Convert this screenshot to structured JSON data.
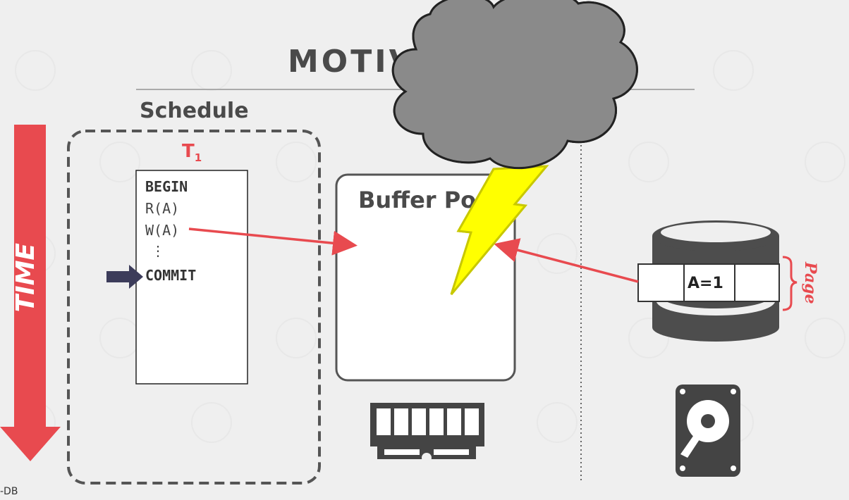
{
  "slide": {
    "title": "MOTIV",
    "schedule_label": "Schedule",
    "transaction": {
      "name": "T",
      "subscript": "1"
    },
    "operations": [
      "BEGIN",
      "R(A)",
      "W(A)",
      "⋮",
      "COMMIT"
    ],
    "buffer_pool_label": "Buffer Pool",
    "page_value": "A=1",
    "page_label": "Page",
    "time_label": "TIME",
    "footer": "-DB"
  },
  "colors": {
    "accent": "#e84a4f",
    "text": "#4a4a4a",
    "cloud": "#8a8a8a",
    "lightning": "#ffff00",
    "arrow_indicator": "#3c3c5a"
  },
  "icons": [
    "cloud-icon",
    "lightning-icon",
    "database-icon",
    "memory-chip-icon",
    "hard-drive-icon",
    "pointer-arrow-icon",
    "time-arrow-icon"
  ]
}
